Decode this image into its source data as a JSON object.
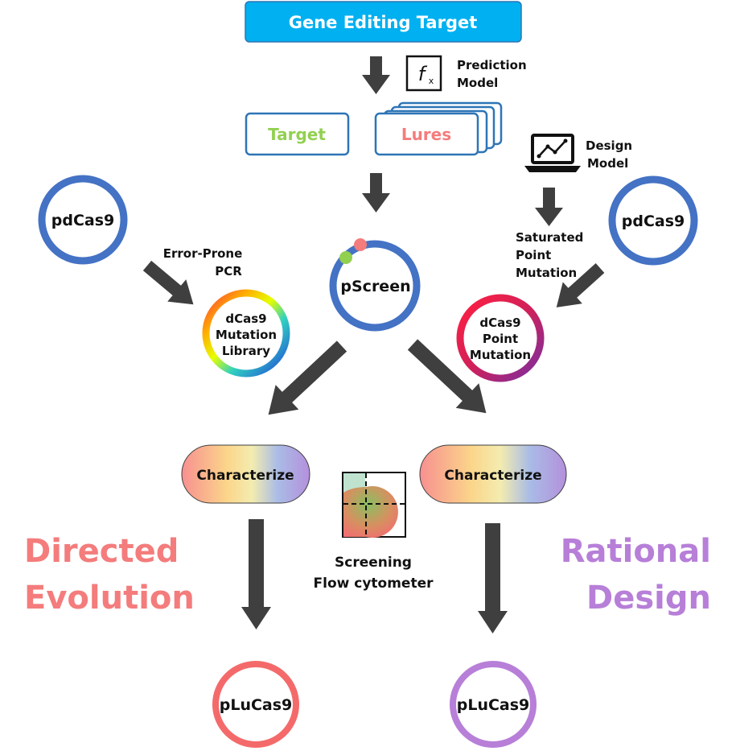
{
  "title": "Gene Editing Target",
  "prediction_model": {
    "line1": "Prediction",
    "line2": "Model",
    "icon": "function-fx-icon"
  },
  "design_model": {
    "line1": "Design",
    "line2": "Model",
    "icon": "laptop-chart-icon"
  },
  "target_label": "Target",
  "lures_label": "Lures",
  "pdcas9_left": "pdCas9",
  "pdcas9_right": "pdCas9",
  "error_prone": {
    "line1": "Error-Prone",
    "line2": "PCR"
  },
  "saturated": {
    "line1": "Saturated",
    "line2": "Point",
    "line3": "Mutation"
  },
  "pscreen": "pScreen",
  "library": {
    "line1": "dCas9",
    "line2": "Mutation",
    "line3": "Library"
  },
  "point_mutation": {
    "line1": "dCas9",
    "line2": "Point",
    "line3": "Mutation"
  },
  "characterize_left": "Characterize",
  "characterize_right": "Characterize",
  "screening": {
    "line1": "Screening",
    "line2": "Flow cytometer",
    "icon": "flow-cytometry-plot-icon"
  },
  "directed": {
    "line1": "Directed",
    "line2": "Evolution"
  },
  "rational": {
    "line1": "Rational",
    "line2": "Design"
  },
  "plucas9_left": "pLuCas9",
  "plucas9_right": "pLuCas9",
  "colors": {
    "header_blue": "#00b0f0",
    "box_blue": "#2e75b6",
    "plasmid_blue": "#4472c4",
    "target_green": "#92d050",
    "lures_pink": "#f47c7c",
    "arrow_gray": "#3f3f3f",
    "directed_red": "#f47c7c",
    "rational_purple": "#b77fd8",
    "plucas_red": "#f46a6a",
    "plucas_purple": "#b77fd8"
  }
}
